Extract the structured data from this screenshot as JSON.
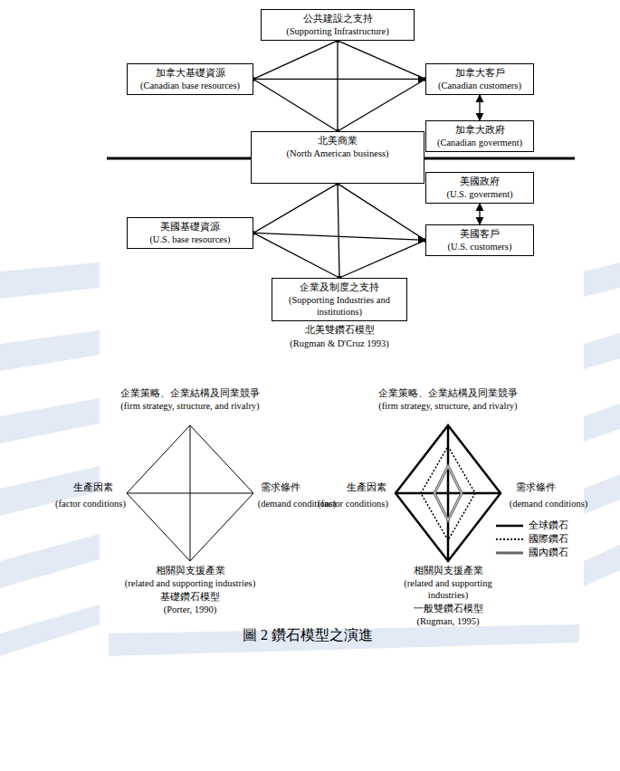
{
  "diagram": {
    "caption": "圖 2 鑽石模型之演進",
    "nodes": [
      {
        "text": [
          "公共建設之支持",
          "(Supporting Infrastructure)"
        ]
      },
      {
        "text": [
          "加拿大基礎資源",
          "(Canadian base resources)"
        ]
      },
      {
        "text": [
          "加拿大客戶",
          "(Canadian customers)"
        ]
      },
      {
        "text": [
          "加拿大政府",
          "(Canadian goverment)"
        ]
      },
      {
        "text": [
          "北美商業",
          "(North American business)"
        ]
      },
      {
        "text": [
          "美國政府",
          "(U.S. goverment)"
        ]
      },
      {
        "text": [
          "美國基礎資源",
          "(U.S. base resources)"
        ]
      },
      {
        "text": [
          "美國客戶",
          "(U.S. customers)"
        ]
      },
      {
        "text": [
          "企業及制度之支持",
          "(Supporting Industries and institutions)"
        ]
      }
    ],
    "edges": [
      {
        "from": 0,
        "to": 1,
        "arrow": "none"
      },
      {
        "from": 0,
        "to": 2,
        "arrow": "none"
      },
      {
        "from": 1,
        "to": 2,
        "arrow": "to"
      },
      {
        "from": 0,
        "to": 4,
        "arrow": "none"
      },
      {
        "from": 1,
        "to": 4,
        "arrow": "none"
      },
      {
        "from": 2,
        "to": 4,
        "arrow": "none"
      },
      {
        "from": 2,
        "to": 3,
        "arrow": "both"
      },
      {
        "from": 4,
        "to": 6,
        "arrow": "none"
      },
      {
        "from": 4,
        "to": 7,
        "arrow": "none"
      },
      {
        "from": 6,
        "to": 7,
        "arrow": "to"
      },
      {
        "from": 4,
        "to": 8,
        "arrow": "none"
      },
      {
        "from": 6,
        "to": 8,
        "arrow": "none"
      },
      {
        "from": 7,
        "to": 8,
        "arrow": "none"
      },
      {
        "from": 5,
        "to": 7,
        "arrow": "both"
      }
    ],
    "labels": [
      "北美雙鑽石模型",
      "(Rugman & D'Cruz 1993)",
      "企業策略、企業結構及同業競爭",
      "(firm strategy, structure, and rivalry)",
      "生產因素",
      "(factor conditions)",
      "需求條件",
      "(demand conditions)",
      "相關與支援產業",
      "(related and supporting industries)",
      "基礎鑽石模型",
      "(Porter, 1990)",
      "企業策略、企業結構及同業競爭",
      "(firm strategy, structure, and rivalry)",
      "生產因素",
      "(factor conditions)",
      "需求條件",
      "(demand conditions)",
      "相關與支援產業",
      "(related and supporting industries)",
      "一般雙鑽石模型",
      "(Rugman, 1995)"
    ],
    "legend": [
      {
        "text": "全球鑽石"
      },
      {
        "text": "國際鑽石"
      },
      {
        "text": "國內鑽石"
      }
    ]
  }
}
